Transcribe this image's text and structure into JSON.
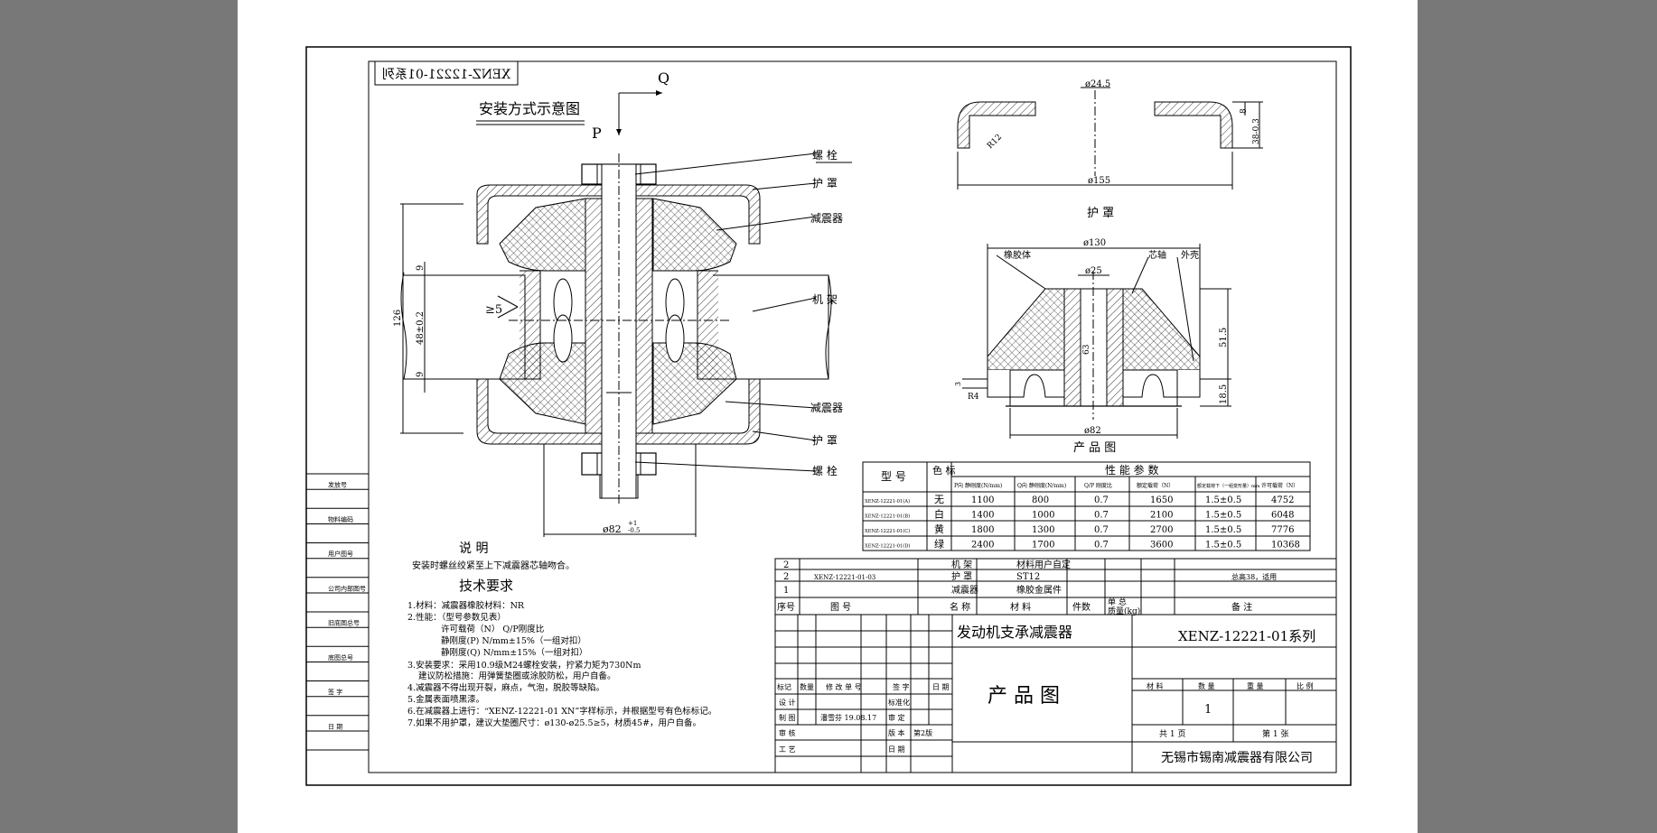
{
  "drawing": {
    "series_mark_mirrored": "XENZ-12221-01系列",
    "install_title": "安装方式示意图",
    "dir_q": "Q",
    "dir_p": "P",
    "callouts": {
      "bolt_top": "螺 栓",
      "cover_top": "护 罩",
      "damper_top": "减震器",
      "frame": "机 架",
      "damper_bottom": "减震器",
      "cover_bottom": "护 罩",
      "bolt_bottom": "螺 栓"
    },
    "dims": {
      "h126": "126",
      "h48": "48±0.2",
      "h9a": "9",
      "h9b": "9",
      "ge5": "≥5",
      "d82_base": "ø82",
      "d82_tol": "-0.5",
      "d82_tol_up": "+1",
      "cover_d24": "ø24.5",
      "cover_d155": "ø155",
      "cover_r12": "R12",
      "cover_8": "8",
      "cover_38": "38-0.3",
      "prod_d130": "ø130",
      "prod_d25": "ø25",
      "prod_63": "63",
      "prod_515": "51.5",
      "prod_185": "18.5",
      "prod_r4": "R4",
      "prod_3": "3",
      "prod_d82": "ø82"
    },
    "labels": {
      "rubber": "橡胶体",
      "core": "芯轴",
      "shell": "外壳",
      "cover_caption": "护 罩",
      "product_caption": "产 品 图"
    }
  },
  "notes": {
    "shuoming_title": "说 明",
    "shuoming_text": "安装时螺丝绞紧至上下减震器芯轴吻合。",
    "tech_title": "技术要求",
    "lines": [
      "1.材料：减震器橡胶材料：NR",
      "2.性能：（型号参数见表）",
      "许可载荷（N） Q/P刚度比",
      "静刚度(P) N/mm±15%（一组对扣）",
      "静刚度(Q) N/mm±15%（一组对扣）",
      "3.安装要求：采用10.9级M24螺栓安装，拧紧力矩为730Nm",
      "建议防松措施：用弹簧垫圈或涂胶防松，用户自备。",
      "4.减震器不得出现开裂，麻点，气泡，脱胶等缺陷。",
      "5.金属表面喷黑漆。",
      "6.在减震器上进行：“XENZ-12221-01 XN”字样标示，并根据型号有色标标记。",
      "7.如果不用护罩，建议大垫圈尺寸：ø130-ø25.5≥5，材质45#，用户自备。"
    ]
  },
  "left_strip": [
    "发放号",
    "物料编码",
    "用户图号",
    "公司内部图号",
    "旧底图总号",
    "底图总号",
    "签 字",
    "日 期"
  ],
  "params_table": {
    "col_model": "型 号",
    "col_color": "色 标",
    "group_title": "性 能 参 数",
    "subheaders": [
      "P向 静刚度(N/mm)",
      "Q向 静刚度(N/mm)",
      "Q/P 刚度比",
      "额定载荷（N）",
      "额定载荷下（一组变形量）mm",
      "许可载荷（N）"
    ],
    "rows": [
      {
        "model": "XENZ-12221-01(A)",
        "color": "无",
        "p": "1100",
        "q": "800",
        "ratio": "0.7",
        "rated": "1650",
        "defl": "1.5±0.5",
        "allow": "4752"
      },
      {
        "model": "XENZ-12221-01(B)",
        "color": "白",
        "p": "1400",
        "q": "1000",
        "ratio": "0.7",
        "rated": "2100",
        "defl": "1.5±0.5",
        "allow": "6048"
      },
      {
        "model": "XENZ-12221-01(C)",
        "color": "黄",
        "p": "1800",
        "q": "1300",
        "ratio": "0.7",
        "rated": "2700",
        "defl": "1.5±0.5",
        "allow": "7776"
      },
      {
        "model": "XENZ-12221-01(D)",
        "color": "绿",
        "p": "2400",
        "q": "1700",
        "ratio": "0.7",
        "rated": "3600",
        "defl": "1.5±0.5",
        "allow": "10368"
      }
    ]
  },
  "bom": {
    "rows": [
      {
        "seq": "2",
        "drawing": "",
        "name": "机 架",
        "material": "材料用户自定",
        "count": "",
        "note": ""
      },
      {
        "seq": "2",
        "drawing": "XENZ-12221-01-03",
        "name": "护 罩",
        "material": "ST12",
        "count": "",
        "note": "总高38，适用"
      },
      {
        "seq": "1",
        "drawing": "",
        "name": "减震器",
        "material": "橡胶金属件",
        "count": "",
        "note": ""
      }
    ],
    "header": {
      "seq": "序号",
      "drawing": "图 号",
      "name": "名 称",
      "material": "材 料",
      "count": "件数",
      "unit": "单 总",
      "mass": "质量(kg)",
      "note": "备 注"
    }
  },
  "title_block": {
    "product_name": "发动机支承减震器",
    "drawing_no": "XENZ-12221-01系列",
    "drawing_type": "产 品 图",
    "company": "无锡市锡南减震器有限公司",
    "rev_headers": [
      "标记",
      "数量",
      "修 改 单 号",
      "签 字",
      "日 期"
    ],
    "roles": [
      "设 计",
      "制 图",
      "审 核",
      "工 艺"
    ],
    "drawer_value": "潘雪芬 19.08.17",
    "std_labels": [
      "标准化",
      "审 定",
      "版 本",
      "日 期"
    ],
    "version_value": "第2版",
    "material_label": "材 料",
    "qty_label": "数 量",
    "weight_label": "重 量",
    "scale_label": "比 例",
    "qty_value": "1",
    "pages_total": "共 1 页",
    "page_no": "第 1 张"
  }
}
